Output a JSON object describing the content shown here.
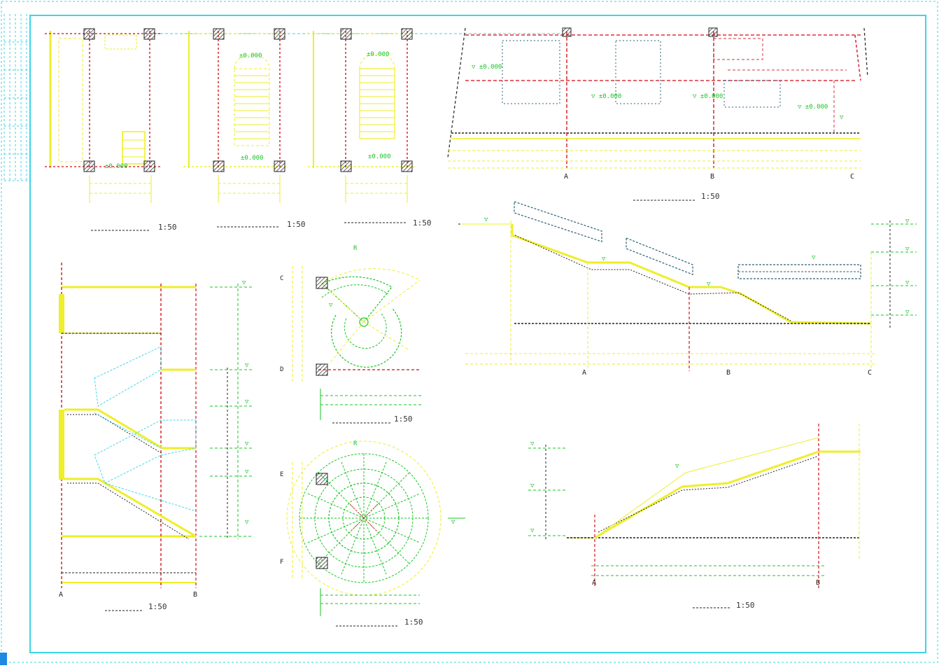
{
  "drawing": {
    "title": "",
    "colors": {
      "frame": "#3cd3e6",
      "axis": "#d9333a",
      "stair": "#eeee2a",
      "green": "#19c526",
      "cyan": "#3fd8e8",
      "dark": "#333333",
      "slate": "#2c5f78"
    }
  },
  "captions": {
    "plan_1": "",
    "plan_2": "",
    "plan_3": "",
    "section_top": "",
    "section_middle": "",
    "section_left": "",
    "curved_plan": "",
    "spiral_plan": "",
    "section_bottom": ""
  },
  "scales": {
    "plan_1": "1:50",
    "plan_2": "1:50",
    "plan_3": "1:50",
    "section_top": "1:50",
    "section_left": "1:50",
    "curved_plan": "1:50",
    "spiral_plan": "1:50",
    "section_bottom": "1:50"
  }
}
